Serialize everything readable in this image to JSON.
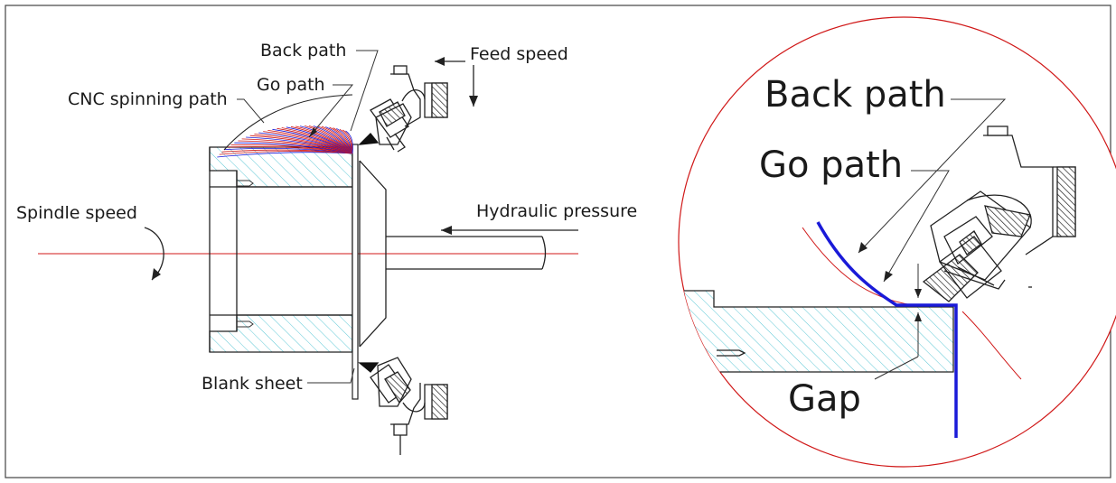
{
  "labels": {
    "back_path": "Back path",
    "feed_speed": "Feed speed",
    "go_path": "Go path",
    "cnc_spinning_path": "CNC spinning path",
    "spindle_speed": "Spindle speed",
    "hydraulic_pressure": "Hydraulic pressure",
    "blank_sheet": "Blank sheet"
  },
  "detail_labels": {
    "back_path": "Back path",
    "go_path": "Go path",
    "gap": "Gap"
  },
  "colors": {
    "outline": "#222222",
    "hatch": "#5ec8d6",
    "path_red": "#d01818",
    "path_blue": "#1a1ad8",
    "frame": "#444444"
  }
}
